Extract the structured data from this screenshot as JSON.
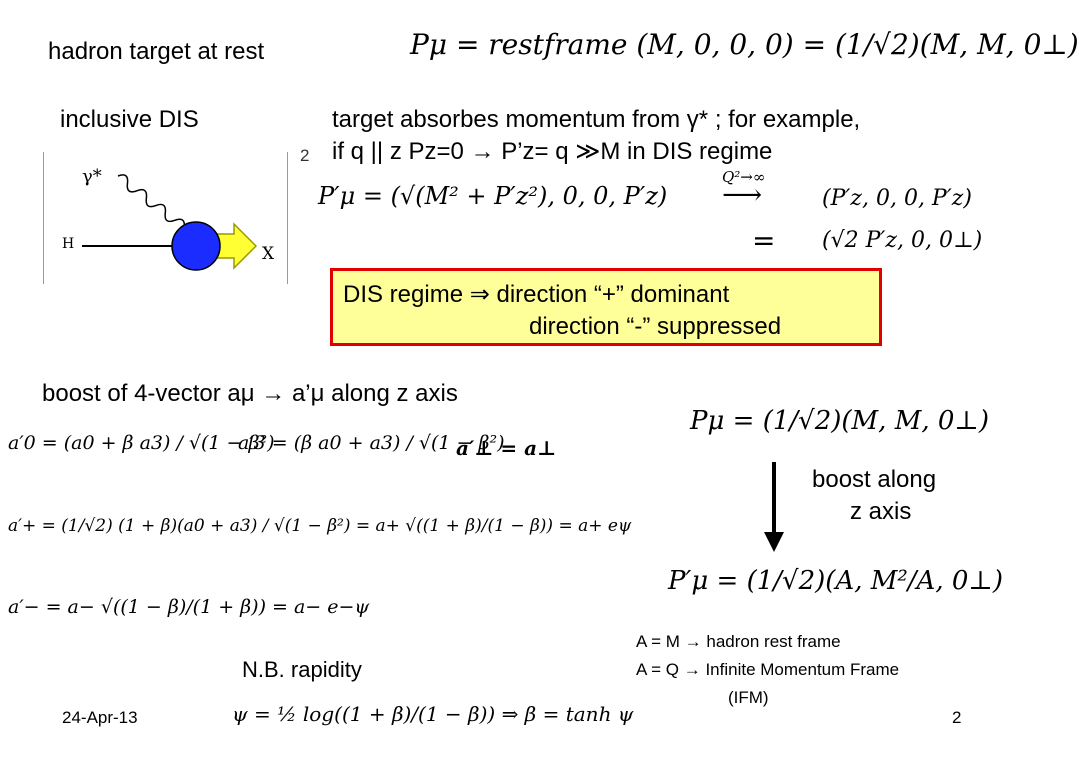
{
  "text": {
    "hadron_target": "hadron target at rest",
    "inclusive_dis": "inclusive DIS",
    "absorbs_line1": "target absorbes momentum from γ* ;  for example,",
    "absorbs_line2": "if q || z  Pz=0 → P’z= q ≫M in DIS regime",
    "boost_title": "boost of 4-vector aμ → a’μ along z axis",
    "boost_along_1": "boost along",
    "boost_along_2": "z axis",
    "nb_rapidity": "N.B. rapidity",
    "a_eq_m": "A = M → hadron rest frame",
    "a_eq_q": "A = Q → Infinite Momentum Frame",
    "ifm": "(IFM)",
    "date": "24-Apr-13",
    "page": "2",
    "side_two": "2"
  },
  "formulas": {
    "p_rest": "Pμ  = restframe  (M, 0, 0, 0) = (1/√2)(M, M, 0⊥)",
    "p_prime": "P′μ = (√(M² + P′z²), 0, 0, P′z)",
    "limit_label": "Q²→∞",
    "limit_rhs": "(P′z, 0, 0, P′z)",
    "approx_eq": "=",
    "approx_rhs": "(√2 P′z, 0, 0⊥)",
    "a0": "a′0 = (a0 + β a3) / √(1 − β²)",
    "a3": "a′3 = (β a0 + a3) / √(1 − β²)",
    "aperp": "a′⊥ = a⊥",
    "aplus": "a′+ = (1/√2) (1 + β)(a0 + a3) / √(1 − β²) = a+ √((1 + β)/(1 − β)) = a+ eψ",
    "aminus": "a′− = a− √((1 − β)/(1 + β)) = a− e−ψ",
    "p_mu": "Pμ = (1/√2)(M, M, 0⊥)",
    "p_prime_mu": "P′μ = (1/√2)(A, M²/A, 0⊥)",
    "rapidity": "ψ = ½ log((1 + β)/(1 − β)) ⇒ β = tanh ψ"
  },
  "diagram": {
    "gamma_label": "γ*",
    "h_label": "H",
    "x_label": "X"
  },
  "box": {
    "line1": "DIS regime ⇒ direction “+” dominant",
    "line2": "direction “-” suppressed"
  },
  "colors": {
    "box_fill": "#ffff99",
    "box_border": "#e00000",
    "blob": "#1a2cff",
    "arrow": "#ffff33"
  }
}
